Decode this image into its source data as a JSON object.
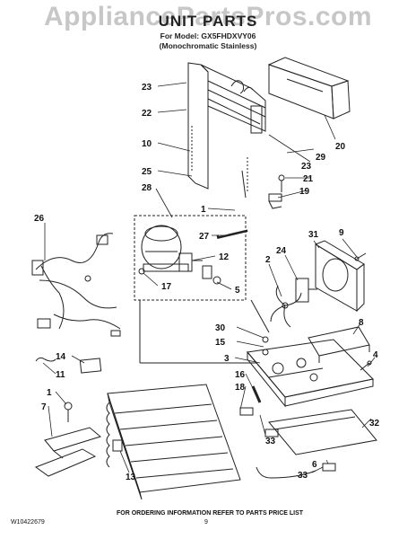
{
  "watermark": "AppliancePartsPros.com",
  "header": {
    "title": "UNIT PARTS",
    "model_line": "For Model: GX5FHDXVY06",
    "finish_line": "(Monochromatic Stainless)"
  },
  "callouts": [
    {
      "id": "c23a",
      "label": "23"
    },
    {
      "id": "c22",
      "label": "22"
    },
    {
      "id": "c10",
      "label": "10"
    },
    {
      "id": "c25",
      "label": "25"
    },
    {
      "id": "c28",
      "label": "28"
    },
    {
      "id": "c1a",
      "label": "1"
    },
    {
      "id": "c26",
      "label": "26"
    },
    {
      "id": "c27",
      "label": "27"
    },
    {
      "id": "c12",
      "label": "12"
    },
    {
      "id": "c17",
      "label": "17"
    },
    {
      "id": "c5",
      "label": "5"
    },
    {
      "id": "c20",
      "label": "20"
    },
    {
      "id": "c29",
      "label": "29"
    },
    {
      "id": "c23b",
      "label": "23"
    },
    {
      "id": "c21",
      "label": "21"
    },
    {
      "id": "c19",
      "label": "19"
    },
    {
      "id": "c9",
      "label": "9"
    },
    {
      "id": "c31",
      "label": "31"
    },
    {
      "id": "c24",
      "label": "24"
    },
    {
      "id": "c2",
      "label": "2"
    },
    {
      "id": "c30",
      "label": "30"
    },
    {
      "id": "c15",
      "label": "15"
    },
    {
      "id": "c3",
      "label": "3"
    },
    {
      "id": "c8",
      "label": "8"
    },
    {
      "id": "c4",
      "label": "4"
    },
    {
      "id": "c16",
      "label": "16"
    },
    {
      "id": "c18",
      "label": "18"
    },
    {
      "id": "c14",
      "label": "14"
    },
    {
      "id": "c11",
      "label": "11"
    },
    {
      "id": "c1b",
      "label": "1"
    },
    {
      "id": "c7",
      "label": "7"
    },
    {
      "id": "c13",
      "label": "13"
    },
    {
      "id": "c33a",
      "label": "33"
    },
    {
      "id": "c32",
      "label": "32"
    },
    {
      "id": "c6",
      "label": "6"
    },
    {
      "id": "c33b",
      "label": "33"
    }
  ],
  "footer": {
    "doc_code": "W10422679",
    "page": "9",
    "ordering_note": "FOR ORDERING INFORMATION REFER TO PARTS PRICE LIST"
  }
}
